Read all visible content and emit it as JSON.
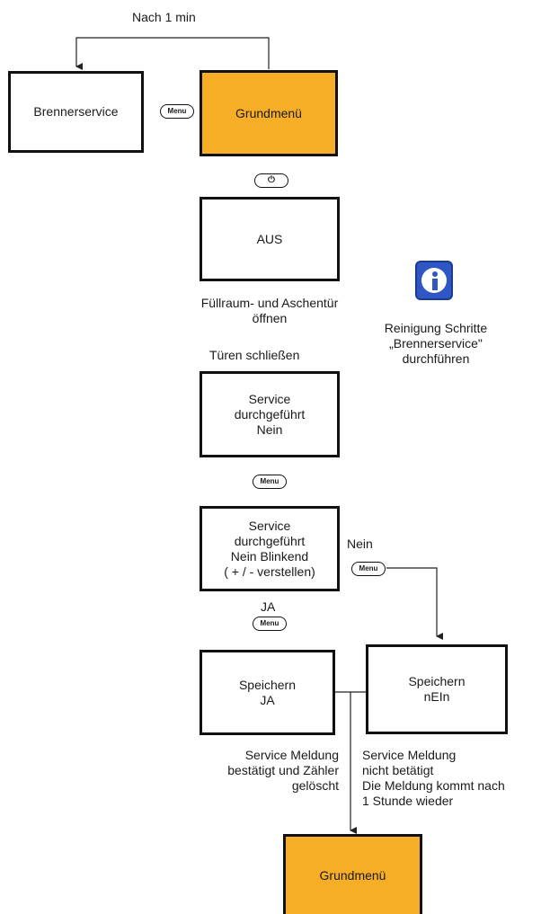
{
  "top_note": "Nach 1 min",
  "boxes": {
    "brennerservice": "Brennerservice",
    "grundmenu_top": "Grundmenü",
    "aus": "AUS",
    "service_nein_l1": "Service",
    "service_nein_l2": "durchgeführt",
    "service_nein_l3": "Nein",
    "service_blink_l1": "Service",
    "service_blink_l2": "durchgeführt",
    "service_blink_l3": "Nein Blinkend",
    "service_blink_l4": "( + / - verstellen)",
    "speichern_ja_l1": "Speichern",
    "speichern_ja_l2": "JA",
    "speichern_nein_l1": "Speichern",
    "speichern_nein_l2": "nEIn",
    "grundmenu_bottom": "Grundmenü"
  },
  "buttons": {
    "menu": "Menu",
    "power_symbol": "⏻"
  },
  "labels": {
    "open_l1": "Füllraum- und Aschentür",
    "open_l2": "öffnen",
    "close_doors": "Türen schließen",
    "nein": "Nein",
    "ja": "JA",
    "info_l1": "Reinigung Schritte",
    "info_l2": "„Brennerservice\"",
    "info_l3": "durchführen",
    "confirm_l1": "Service Meldung",
    "confirm_l2": "bestätigt und Zähler",
    "confirm_l3": "gelöscht",
    "notconfirm_l1": "Service Meldung",
    "notconfirm_l2": "nicht betätigt",
    "notconfirm_l3": "Die Meldung kommt nach",
    "notconfirm_l4": "1 Stunde wieder"
  },
  "colors": {
    "highlight": "#f5ae25",
    "info_icon": "#2f57c4"
  },
  "icons": [
    "info-icon",
    "power-icon",
    "menu-button-icon"
  ]
}
